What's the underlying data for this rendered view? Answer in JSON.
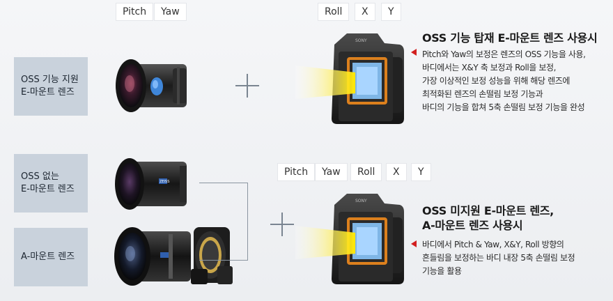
{
  "top_left_tags": [
    "Pitch",
    "Yaw"
  ],
  "top_right_tags": [
    "Roll",
    "X",
    "Y"
  ],
  "middle_tags": [
    "Pitch",
    "Yaw",
    "Roll",
    "X",
    "Y"
  ],
  "section1": {
    "label_line1": "OSS 기능 지원",
    "label_line2": "E-마운트 렌즈",
    "heading": "OSS 기능 탑재 E-마운트 렌즈 사용시",
    "desc_lines": [
      "Pitch와 Yaw의 보정은 렌즈의 OSS 기능을 사용,",
      "바디에서는 X&Y 축 보정과 Roll을 보정,",
      "가장 이상적인 보정 성능을 위해 해당 렌즈에",
      "최적화된 렌즈의 손떨림 보정 기능과",
      "바디의 기능을 합쳐 5축 손떨림 보정 기능을 완성"
    ]
  },
  "section2": {
    "label_a_line1": "OSS 없는",
    "label_a_line2": "E-마운트 렌즈",
    "label_b": "A-마운트 렌즈",
    "heading_line1": "OSS 미지원 E-마운트 렌즈,",
    "heading_line2": "A-마운트 렌즈 사용시",
    "desc_lines": [
      "바디에서 Pitch & Yaw, X&Y, Roll 방향의",
      "흔들림을 보정하는 바디 내장 5축 손떨림 보정",
      "기능을 활용"
    ]
  },
  "colors": {
    "label_bg": "#c9d2dc",
    "pointer": "#d21f1f",
    "sensor_glow": "#f08a1c",
    "light_beam": "#ffe600"
  },
  "icons": [
    "plus-icon",
    "lens-image",
    "camera-image",
    "red-pointer-icon"
  ]
}
